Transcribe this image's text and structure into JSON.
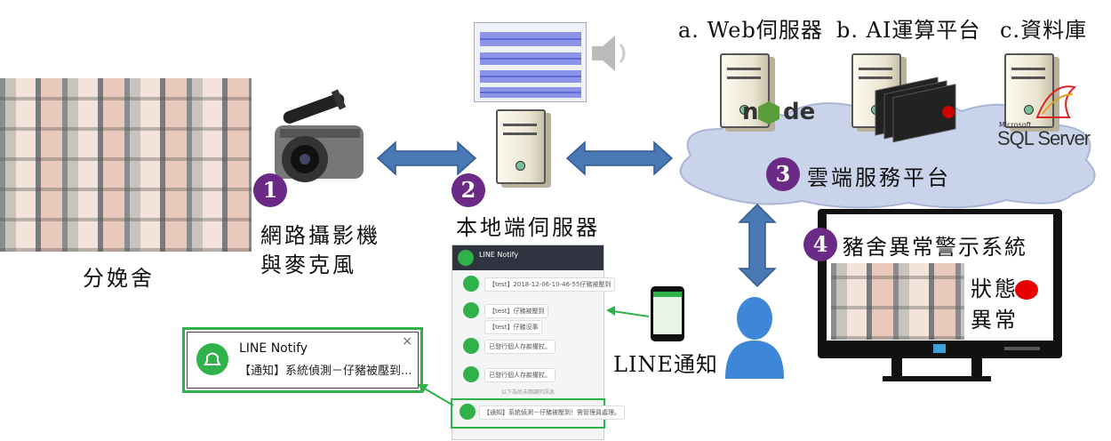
{
  "farrowing_house": {
    "label": "分娩舍"
  },
  "camera": {
    "badge": "1",
    "label_line1": "網路攝影機",
    "label_line2": "與麥克風"
  },
  "local_server": {
    "badge": "2",
    "label": "本地端伺服器"
  },
  "cloud": {
    "badge": "3",
    "label": "雲端服務平台",
    "servers": [
      {
        "label": "a. Web伺服器",
        "logo": "node"
      },
      {
        "label": "b. AI運算平台",
        "logo": "gpu"
      },
      {
        "label": "c.資料庫",
        "logo": "sql-server"
      }
    ],
    "sql_logo_small": "Microsoft",
    "sql_logo_big": "SQL Server"
  },
  "alert_system": {
    "badge": "4",
    "title": "豬舍異常警示系統",
    "status_line1": "狀態",
    "status_line2": "異常",
    "status_color": "#e60000"
  },
  "line_notify_label": "LINE通知",
  "notification_popup": {
    "app": "LINE Notify",
    "message": "【通知】系統偵測－仔豬被壓到..."
  },
  "line_window": {
    "title": "LINE Notify",
    "messages": [
      "【test】2018-12-06-10-46-55仔豬被壓到",
      "【test】仔豬被壓到",
      "【test】仔豬沒事",
      "已發行個人存款權杖。",
      "已發行個人存款權杖。",
      "【通知】系統偵測－仔豬被壓到！需管理員處理。"
    ],
    "divider": "以下為尚未閱讀的訊息"
  },
  "colors": {
    "arrow": "#4a78b5",
    "cloud": "#c9d3ea",
    "badge": "#6a2a86",
    "line_green": "#2fb24a"
  }
}
